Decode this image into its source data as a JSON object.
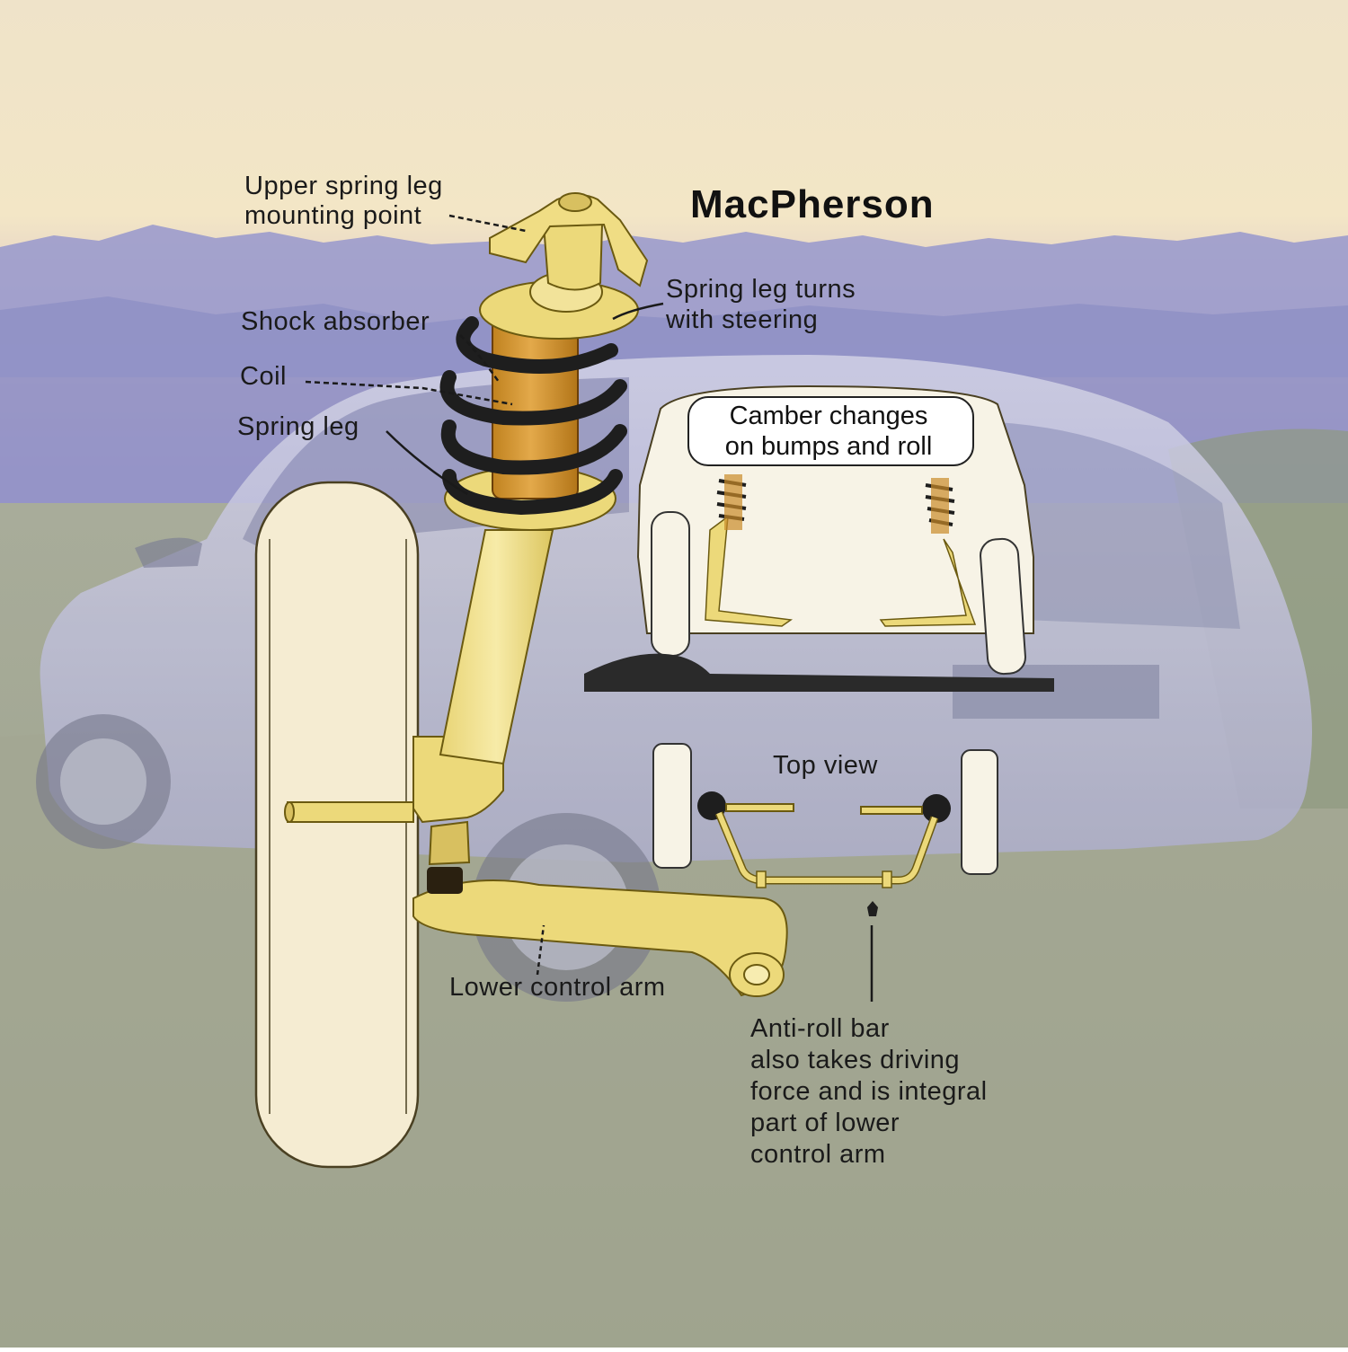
{
  "title": "MacPherson",
  "labels": {
    "upper_mount_1": "Upper spring leg",
    "upper_mount_2": "mounting point",
    "shock_absorber": "Shock absorber",
    "coil": "Coil",
    "spring_leg": "Spring leg",
    "turns_1": "Spring leg turns",
    "turns_2": "with steering",
    "lower_arm": "Lower control arm",
    "top_view": "Top view",
    "camber_1": "Camber  changes",
    "camber_2": "on bumps and roll",
    "antiroll": [
      "Anti-roll bar",
      "also takes driving",
      "force and is integral",
      "part of lower",
      "control arm"
    ]
  },
  "colors": {
    "part_yellow": "#ecd97a",
    "part_outline": "#6b5a10",
    "shock_orange": "#c98a28",
    "coil_dark": "#1e1e1e",
    "sky_top": "#e9d8b8",
    "mountain": "#8d8fc8",
    "car_body": "#b9b9d6"
  }
}
